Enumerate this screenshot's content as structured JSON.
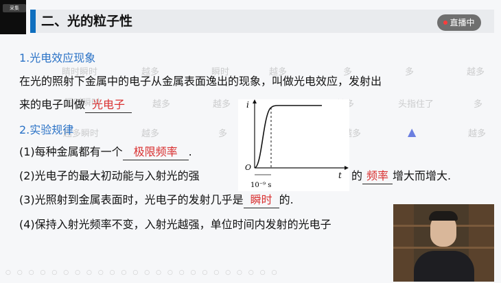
{
  "top_tag": "采集",
  "slide_title": "二、光的粒子性",
  "live_button": "直播中",
  "section1": {
    "heading": "1.光电效应现象",
    "line1": "在光的照射下金属中的电子从金属表面逸出的现象，叫做光电效应，发射出",
    "line2_prefix": "来的电子叫做",
    "line2_blank": "光电子"
  },
  "section2": {
    "heading": "2.实验规律",
    "item1_prefix": "(1)每种金属都有一个",
    "item1_blank": "极限频率",
    "item1_suffix": ".",
    "item2_prefix": "(2)光电子的最大初动能与入射光的强",
    "item2_mid": "的",
    "item2_blank": "频率",
    "item2_suffix": "增大而增大.",
    "item3_prefix": "(3)光照射到金属表面时，光电子的发射几乎是",
    "item3_blank": "瞬时",
    "item3_suffix": "的.",
    "item4": "(4)保持入射光频率不变，入射光越强，单位时间内发射的光电子"
  },
  "graph": {
    "y_label": "i",
    "x_label": "t",
    "origin_label": "O",
    "time_label": "10⁻⁹ s"
  },
  "watermarks": [
    "睛时瞬时",
    "越多",
    "瞬时",
    "越多",
    "多",
    "多",
    "越多",
    "瞬时瞬时",
    "越多",
    "越多",
    "越多",
    "头指住了",
    "多",
    "越多瞬时",
    "越多",
    "多",
    "越多",
    "越多",
    "越多"
  ]
}
